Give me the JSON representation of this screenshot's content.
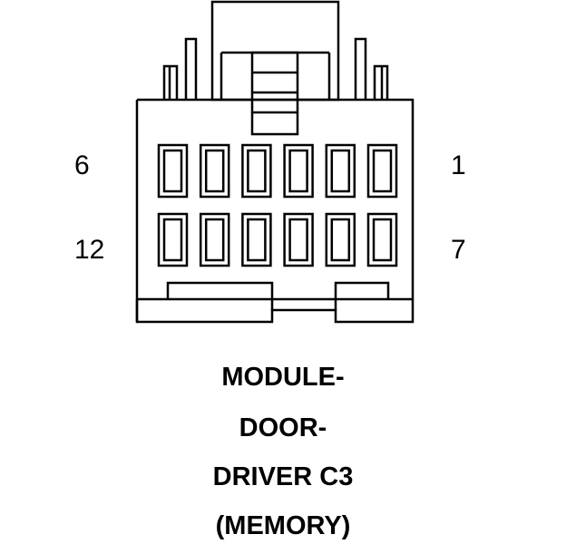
{
  "connector": {
    "pin_labels": {
      "top_left": "6",
      "top_right": "1",
      "bottom_left": "12",
      "bottom_right": "7"
    },
    "rows": 2,
    "cavities_per_row": 6
  },
  "caption": {
    "line1": "MODULE-",
    "line2": "DOOR-",
    "line3": "DRIVER C3",
    "line4": "(MEMORY)"
  },
  "colors": {
    "stroke": "#000000",
    "background": "#ffffff"
  }
}
